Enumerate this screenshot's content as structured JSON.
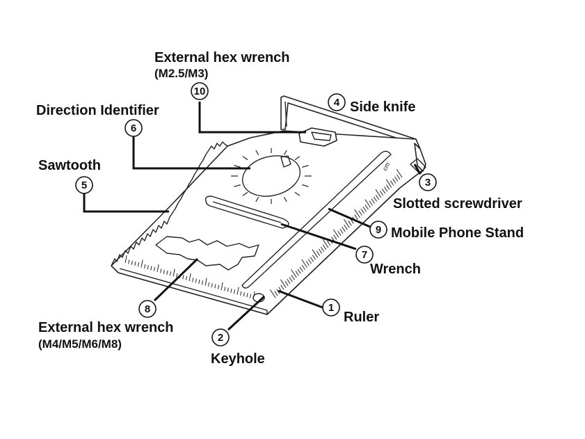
{
  "callouts": [
    {
      "number": "1",
      "label": "Ruler"
    },
    {
      "number": "2",
      "label": "Keyhole"
    },
    {
      "number": "3",
      "label": "Slotted screwdriver"
    },
    {
      "number": "4",
      "label": "Side knife"
    },
    {
      "number": "5",
      "label": "Sawtooth"
    },
    {
      "number": "6",
      "label": "Direction Identifier"
    },
    {
      "number": "7",
      "label": "Wrench"
    },
    {
      "number": "8",
      "label": "External hex wrench",
      "sublabel": "(M4/M5/M6/M8)"
    },
    {
      "number": "9",
      "label": "Mobile Phone Stand"
    },
    {
      "number": "10",
      "label": "External hex wrench",
      "sublabel": "(M2.5/M3)"
    }
  ],
  "ruler_unit": "cm"
}
